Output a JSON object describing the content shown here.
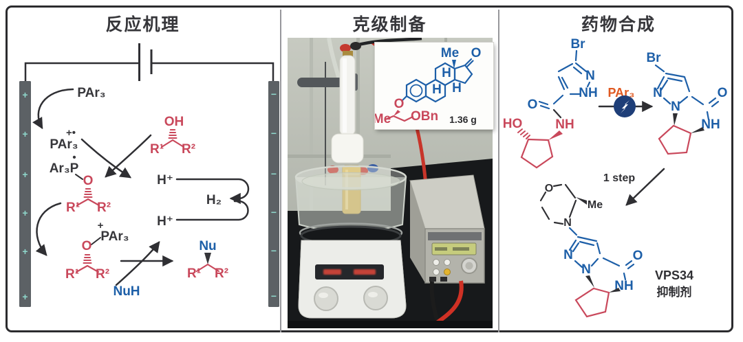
{
  "colors": {
    "red": "#c9485b",
    "blue": "#1d5fa8",
    "orange": "#e05a22",
    "navy_badge": "#1e3e78",
    "electrode_gray": "#5c6165",
    "electrode_symbol_cyan": "#8fd8cc",
    "frame_dark": "#2b2b2e"
  },
  "panel_mechanism": {
    "title": "反应机理",
    "plus": "+",
    "minus": "−",
    "par3": "PAr₃",
    "radical_cation": "+•",
    "radical_dot": "•",
    "ar3p": "Ar₃P",
    "o": "O",
    "oh": "OH",
    "r1": "R¹",
    "r2": "R²",
    "h_plus": "H⁺",
    "h2": "H₂",
    "plus_charge": "+",
    "nu": "Nu",
    "nuh": "NuH"
  },
  "panel_gram_scale": {
    "title": "克级制备",
    "inset": {
      "me_angular": "Me",
      "ketone_o": "O",
      "h": "H",
      "ether_o": "O",
      "chain_me": "Me",
      "obn": "OBn",
      "mass": "1.36 g"
    }
  },
  "panel_drug": {
    "title": "药物合成",
    "br": "Br",
    "n": "N",
    "nh": "NH",
    "o": "O",
    "ho": "HO",
    "par3": "PAr₃",
    "step": "1 step",
    "me": "Me",
    "target": "VPS34",
    "target_role": "抑制剂"
  }
}
